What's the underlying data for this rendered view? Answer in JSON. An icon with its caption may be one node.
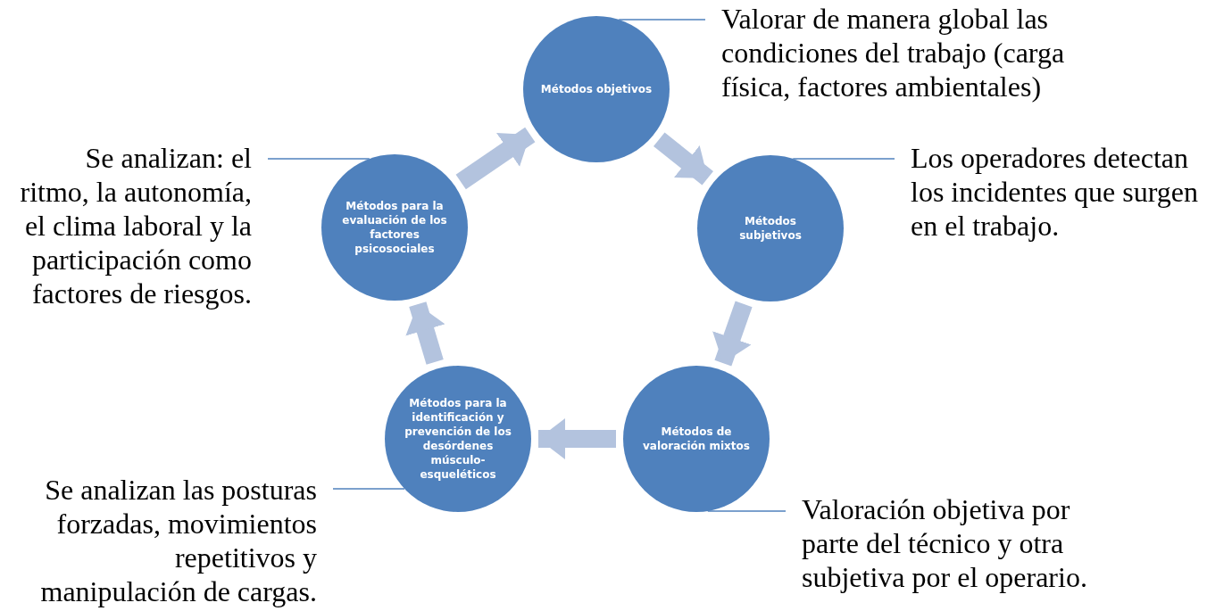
{
  "diagram": {
    "nodes": [
      {
        "text": [
          "Métodos objetivos"
        ]
      },
      {
        "text": [
          "Métodos subjetivos"
        ]
      },
      {
        "text": [
          "Métodos de valoración mixtos"
        ]
      },
      {
        "text": [
          "Métodos para la identificación y prevención de los desórdenes músculo-esqueléticos"
        ]
      },
      {
        "text": [
          "Métodos para la evaluación de los factores psicosociales"
        ]
      },
      {
        "text": [
          "Valorar de manera global las condiciones del trabajo (carga física, factores ambientales)"
        ]
      },
      {
        "text": [
          "Los operadores detectan los incidentes que surgen en el trabajo."
        ]
      },
      {
        "text": [
          "Valoración objetiva por parte del técnico y otra subjetiva por el operario."
        ]
      },
      {
        "text": [
          "Se analizan las posturas forzadas, movimientos repetitivos y manipulación de cargas."
        ]
      },
      {
        "text": [
          "Se analizan: el ritmo, la autonomía, el clima laboral y la participación como factores de riesgos."
        ]
      }
    ],
    "edges": [
      {
        "from": 0,
        "to": 1,
        "arrow": "to",
        "style": "thick",
        "color": "#b3c3de"
      },
      {
        "from": 1,
        "to": 2,
        "arrow": "to",
        "style": "thick",
        "color": "#b3c3de"
      },
      {
        "from": 2,
        "to": 3,
        "arrow": "to",
        "style": "thick",
        "color": "#b3c3de"
      },
      {
        "from": 3,
        "to": 4,
        "arrow": "to",
        "style": "thick",
        "color": "#b3c3de"
      },
      {
        "from": 4,
        "to": 0,
        "arrow": "to",
        "style": "thick",
        "color": "#b3c3de"
      },
      {
        "from": 5,
        "to": 0,
        "arrow": "none",
        "color": "#4f81bd"
      },
      {
        "from": 6,
        "to": 1,
        "arrow": "none",
        "color": "#4f81bd"
      },
      {
        "from": 7,
        "to": 2,
        "arrow": "none",
        "color": "#4f81bd"
      },
      {
        "from": 8,
        "to": 3,
        "arrow": "none",
        "color": "#4f81bd"
      },
      {
        "from": 9,
        "to": 4,
        "arrow": "none",
        "color": "#4f81bd"
      }
    ]
  }
}
